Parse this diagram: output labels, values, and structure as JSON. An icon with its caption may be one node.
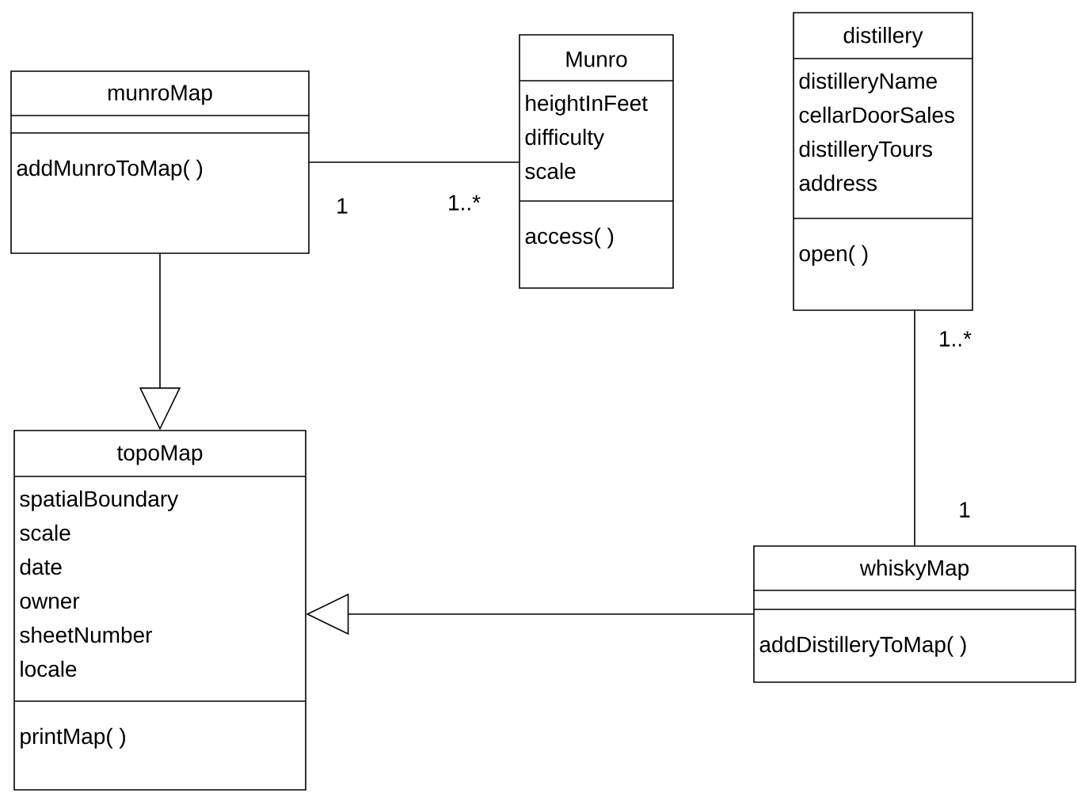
{
  "diagram": {
    "nodes": [
      {
        "text": [
          "munroMap",
          "addMunroToMap( )"
        ]
      },
      {
        "text": [
          "Munro",
          "heightInFeet",
          "difficulty",
          "scale",
          "access( )"
        ]
      },
      {
        "text": [
          "distillery",
          "distilleryName",
          "cellarDoorSales",
          "distilleryTours",
          "address",
          "open( )"
        ]
      },
      {
        "text": [
          "topoMap",
          "spatialBoundary",
          "scale",
          "date",
          "owner",
          "sheetNumber",
          "locale",
          "printMap( )"
        ]
      },
      {
        "text": [
          "whiskyMap",
          "addDistilleryToMap( )"
        ]
      }
    ],
    "edges": [
      {
        "from": 0,
        "to": 1,
        "arrow": "none"
      },
      {
        "from": 0,
        "to": 3,
        "arrow": "to"
      },
      {
        "from": 2,
        "to": 4,
        "arrow": "none"
      },
      {
        "from": 4,
        "to": 3,
        "arrow": "to"
      }
    ],
    "labels": [
      "1",
      "1..*",
      "1..*",
      "1"
    ]
  }
}
